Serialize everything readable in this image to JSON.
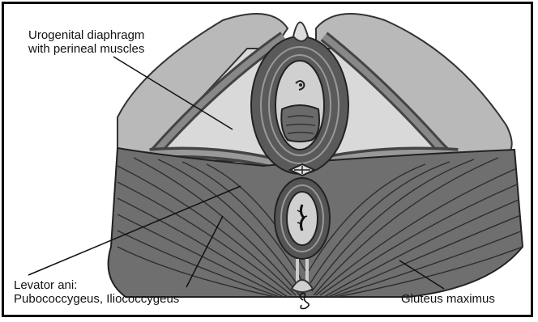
{
  "figure": {
    "labels": {
      "urogenital_line1": "Urogenital diaphragm",
      "urogenital_line2": "with perineal muscles",
      "levator_line1": "Levator ani:",
      "levator_line2": "Pubococcygeus, Iliococcygeus",
      "gluteus": "Gluteus maximus"
    }
  }
}
